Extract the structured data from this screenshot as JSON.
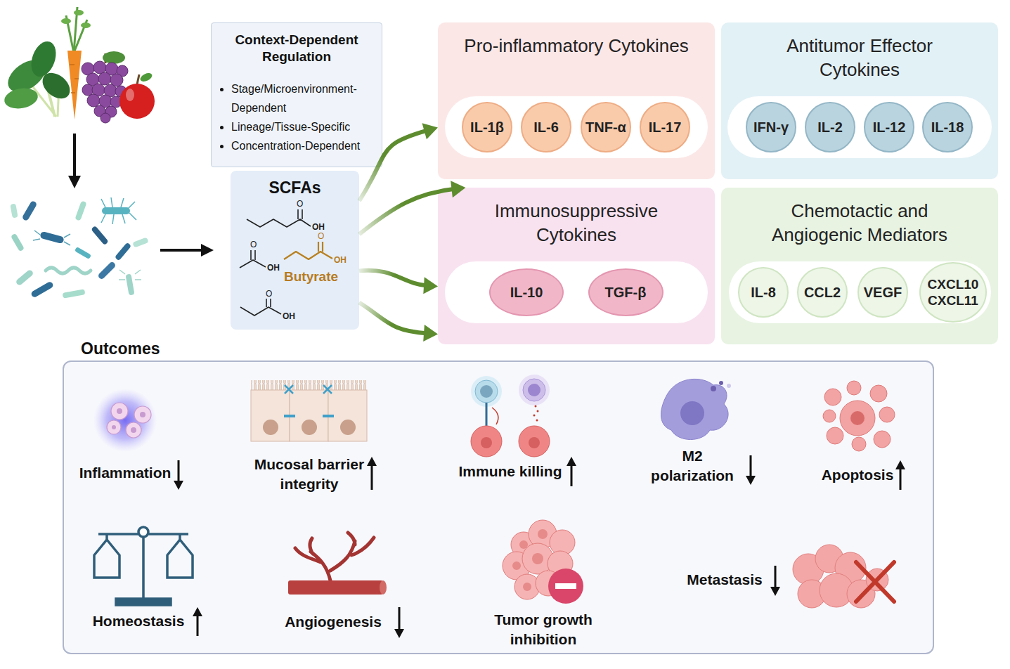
{
  "diagram": {
    "nodes": [
      {
        "text": [
          "Context-Dependent Regulation",
          "Stage/Microenvironment-Dependent",
          "Lineage/Tissue-Specific",
          "Concentration-Dependent"
        ]
      },
      {
        "text": [
          "SCFAs",
          "O",
          "OH",
          "O",
          "OH",
          "O",
          "OH",
          "Butyrate",
          "O",
          "OH"
        ]
      },
      {
        "text": [
          "Pro-inflammatory Cytokines"
        ]
      },
      {
        "text": [
          "IL-1β"
        ],
        "in": 2
      },
      {
        "text": [
          "IL-6"
        ],
        "in": 2
      },
      {
        "text": [
          "TNF-α"
        ],
        "in": 2
      },
      {
        "text": [
          "IL-17"
        ],
        "in": 2
      },
      {
        "text": [
          "Antitumor Effector Cytokines"
        ]
      },
      {
        "text": [
          "IFN-γ"
        ],
        "in": 7
      },
      {
        "text": [
          "IL-2"
        ],
        "in": 7
      },
      {
        "text": [
          "IL-12"
        ],
        "in": 7
      },
      {
        "text": [
          "IL-18"
        ],
        "in": 7
      },
      {
        "text": [
          "Immunosuppressive Cytokines"
        ]
      },
      {
        "text": [
          "IL-10"
        ],
        "in": 12
      },
      {
        "text": [
          "TGF-β"
        ],
        "in": 12
      },
      {
        "text": [
          "Chemotactic and Angiogenic Mediators"
        ]
      },
      {
        "text": [
          "IL-8"
        ],
        "in": 15
      },
      {
        "text": [
          "CCL2"
        ],
        "in": 15
      },
      {
        "text": [
          "VEGF"
        ],
        "in": 15
      },
      {
        "text": [
          "CXCL10 CXCL11"
        ],
        "in": 15
      },
      {
        "text": [
          "Outcomes"
        ]
      }
    ],
    "edges": [
      {
        "from": 1,
        "to": 2,
        "arrow": "to"
      },
      {
        "from": 1,
        "to": 12,
        "arrow": "to"
      },
      {
        "from": 1,
        "to": 12,
        "arrow": "to"
      },
      {
        "from": 1,
        "to": 12,
        "arrow": "to"
      }
    ],
    "labels": [
      "Inflammation",
      "Mucosal barrier integrity",
      "Immune killing",
      "M2 polarization",
      "Apoptosis",
      "Homeostasis",
      "Angiogenesis",
      "Tumor growth inhibition",
      "Metastasis"
    ]
  }
}
